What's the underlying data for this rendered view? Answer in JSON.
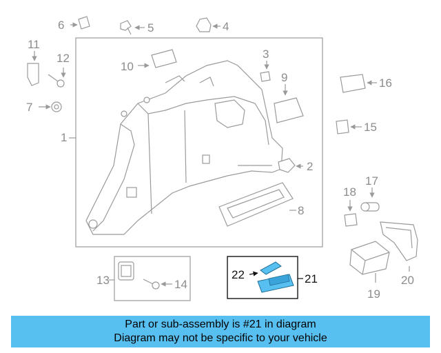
{
  "callouts": {
    "c1": "1",
    "c2": "2",
    "c3": "3",
    "c4": "4",
    "c5": "5",
    "c6": "6",
    "c7": "7",
    "c8": "8",
    "c9": "9",
    "c10": "10",
    "c11": "11",
    "c12": "12",
    "c13": "13",
    "c14": "14",
    "c15": "15",
    "c16": "16",
    "c17": "17",
    "c18": "18",
    "c19": "19",
    "c20": "20",
    "c21": "21",
    "c22": "22"
  },
  "highlight": {
    "part": "21",
    "color": "#58bff1",
    "line_color": "#000000"
  },
  "banner": {
    "line1": "Part or sub-assembly is #21 in diagram",
    "line2": "Diagram may not be specific to your vehicle",
    "bg_color": "#58bff1"
  }
}
